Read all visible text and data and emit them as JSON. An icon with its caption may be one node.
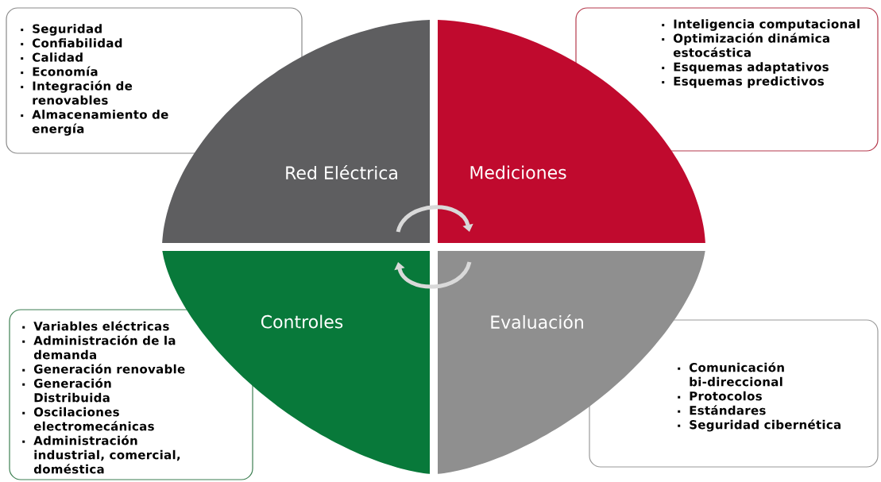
{
  "diagram": {
    "nodes": [
      {
        "text": [
          "Seguridad",
          "Confiabilidad",
          "Calidad",
          "Economía",
          "Integración de renovables",
          "Almacenamiento de energía"
        ]
      },
      {
        "text": [
          "Inteligencia computacional",
          "Optimización dinámica estocástica",
          "Esquemas adaptativos",
          "Esquemas predictivos"
        ]
      },
      {
        "text": [
          "Red Eléctrica"
        ]
      },
      {
        "text": [
          "Mediciones"
        ]
      },
      {
        "text": [
          "Controles"
        ]
      },
      {
        "text": [
          "Evaluación"
        ]
      },
      {
        "text": [
          "Variables eléctricas",
          "Administración de la demanda",
          "Generación renovable",
          "Generación Distribuida",
          "Oscilaciones electromecánicas",
          "Administración industrial, comercial, doméstica"
        ]
      },
      {
        "text": [
          "Comunicación bi-direccional",
          "Protocolos",
          "Estándares",
          "Seguridad cibernética"
        ]
      }
    ],
    "edges": [
      {
        "from": 2,
        "to": 3,
        "arrow": "to"
      },
      {
        "from": 5,
        "to": 4,
        "arrow": "to"
      }
    ]
  }
}
